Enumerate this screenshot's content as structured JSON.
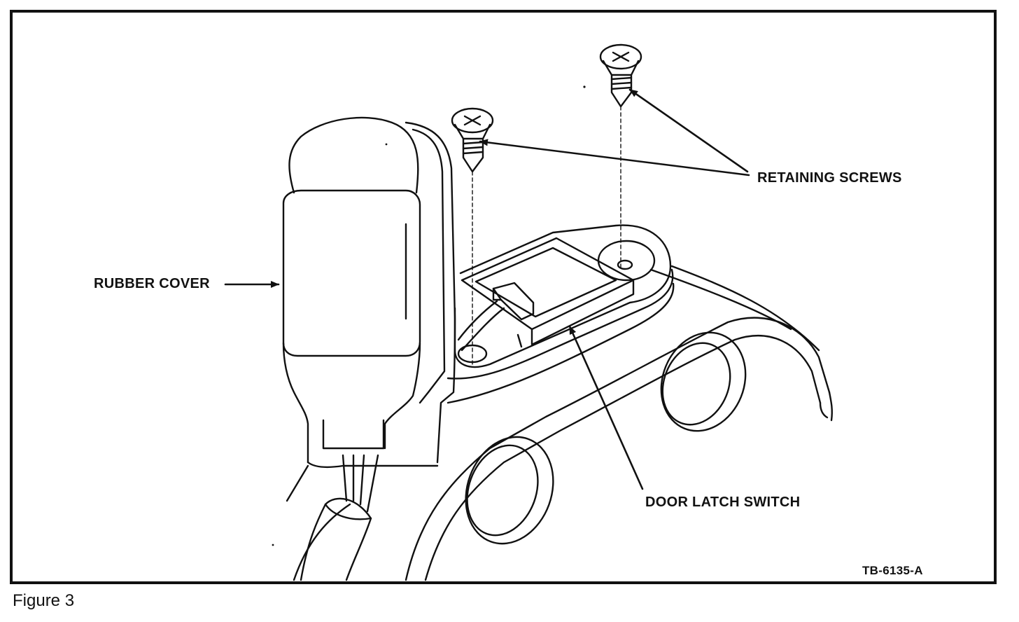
{
  "figure": {
    "caption": "Figure 3",
    "drawing_code": "TB-6135-A"
  },
  "callouts": {
    "retaining_screws": "RETAINING SCREWS",
    "rubber_cover": "RUBBER COVER",
    "door_latch_switch": "DOOR LATCH SWITCH"
  },
  "colors": {
    "ink": "#111111",
    "paper": "#ffffff"
  }
}
